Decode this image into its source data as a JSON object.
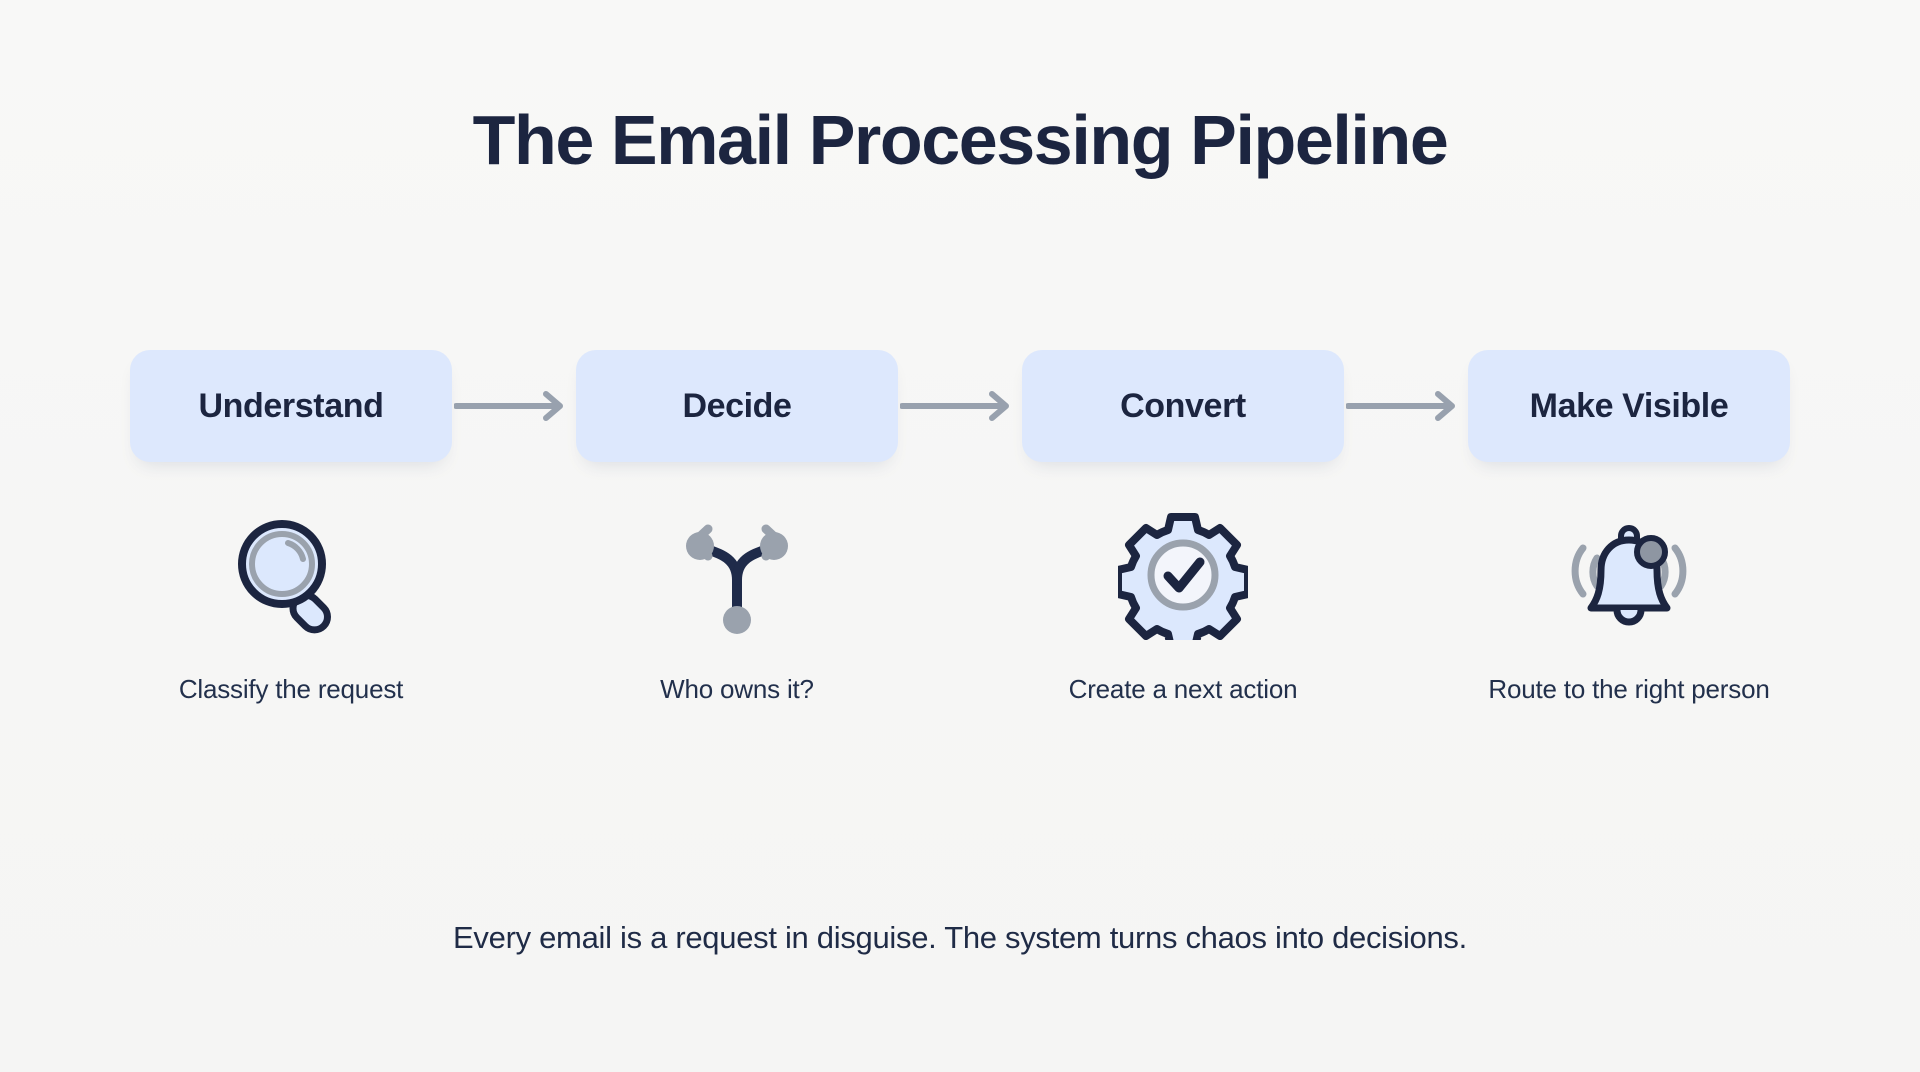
{
  "page": {
    "background_color": "#f7f7f6",
    "title": "The Email Processing Pipeline",
    "footnote": "Every email is a request in disguise. The system turns chaos into decisions."
  },
  "colors": {
    "box_fill": "#dde8fd",
    "text_navy": "#1c2540",
    "caption_navy": "#22304c",
    "arrow_gray": "#98a1ae",
    "icon_outline": "#1c2540",
    "icon_fill": "#dce8fd",
    "icon_accent_gray": "#9aa2ad"
  },
  "pipeline": {
    "arrow_icon": "arrow-right-icon",
    "stages": [
      {
        "id": "understand",
        "label": "Understand",
        "icon": "magnifier-icon",
        "caption": "Classify the request"
      },
      {
        "id": "decide",
        "label": "Decide",
        "icon": "branch-fork-icon",
        "caption": "Who owns it?"
      },
      {
        "id": "convert",
        "label": "Convert",
        "icon": "gear-check-icon",
        "caption": "Create a next action"
      },
      {
        "id": "make-visible",
        "label": "Make Visible",
        "icon": "bell-ringing-icon",
        "caption": "Route to the right person"
      }
    ]
  }
}
